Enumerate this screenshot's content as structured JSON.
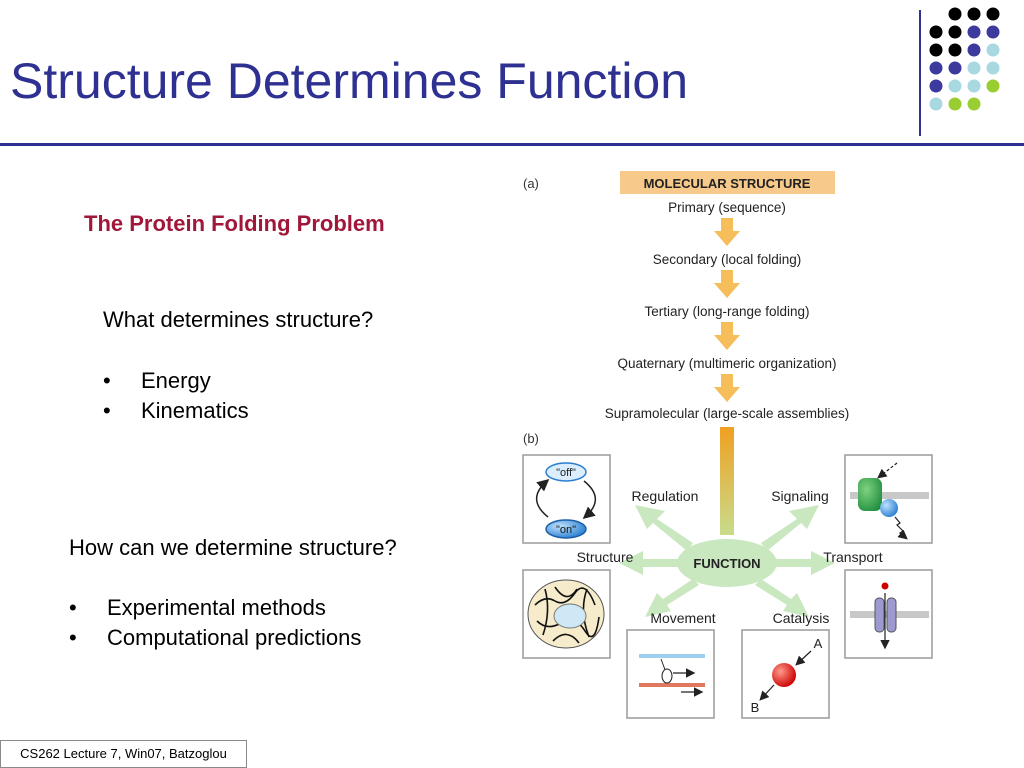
{
  "slide": {
    "title": "Structure Determines Function",
    "subtitle": "The Protein Folding Problem",
    "section1": {
      "question": "What determines structure?",
      "bullets": [
        "Energy",
        "Kinematics"
      ]
    },
    "section2": {
      "question": "How can we determine structure?",
      "bullets": [
        "Experimental methods",
        "Computational predictions"
      ]
    },
    "footer": "CS262 Lecture 7, Win07, Batzoglou",
    "bullet_glyph": "•"
  },
  "figure": {
    "part_a_label": "(a)",
    "part_b_label": "(b)",
    "header": "MOLECULAR STRUCTURE",
    "levels": [
      "Primary (sequence)",
      "Secondary (local folding)",
      "Tertiary (long-range folding)",
      "Quaternary (multimeric organization)",
      "Supramolecular (large-scale assemblies)"
    ],
    "function_label": "FUNCTION",
    "roles": {
      "regulation": "Regulation",
      "signaling": "Signaling",
      "structure": "Structure",
      "transport": "Transport",
      "movement": "Movement",
      "catalysis": "Catalysis"
    },
    "regulation_off": "\"off\"",
    "regulation_on": "\"on\"",
    "catalysis_a": "A",
    "catalysis_b": "B"
  },
  "colors": {
    "title": "#2e3191",
    "subtitle": "#a0173a",
    "header_box": "#f7c98b",
    "arrow_orange": "#f2b94f",
    "function_green": "#bfe3b4"
  },
  "decoration": {
    "dot_grid": [
      [
        "none",
        "black",
        "black",
        "black"
      ],
      [
        "black",
        "black",
        "purple",
        "purple"
      ],
      [
        "black",
        "black",
        "purple",
        "teal"
      ],
      [
        "purple",
        "purple",
        "teal",
        "teal"
      ],
      [
        "purple",
        "teal",
        "teal",
        "green"
      ],
      [
        "teal",
        "green",
        "green",
        "none"
      ]
    ],
    "dot_colors": {
      "black": "#000000",
      "purple": "#3c3a9c",
      "teal": "#a8d8e0",
      "green": "#9acd32"
    }
  }
}
